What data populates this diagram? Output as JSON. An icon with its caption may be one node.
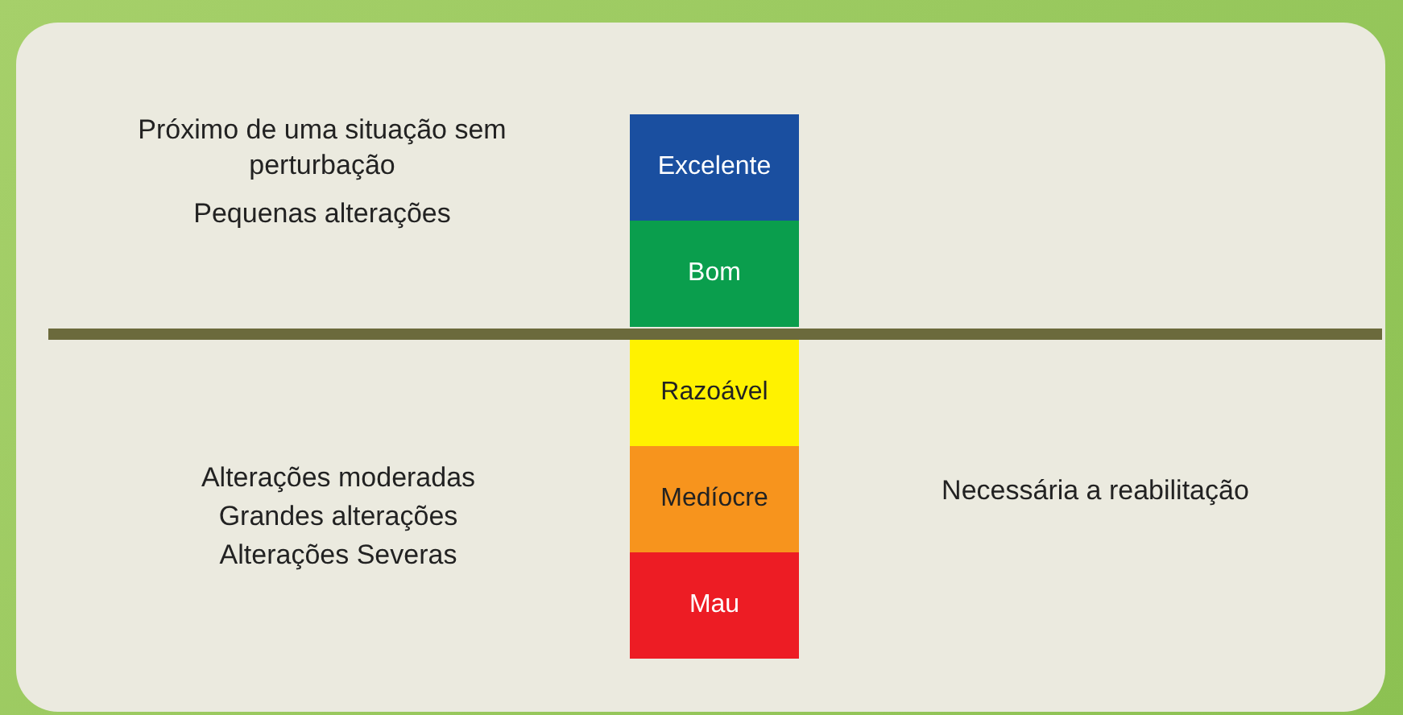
{
  "diagram": {
    "nodes": [
      {
        "text": [
          "Excelente"
        ]
      },
      {
        "text": [
          "Bom"
        ]
      },
      {
        "text": [
          "Razoável"
        ]
      },
      {
        "text": [
          "Medíocre"
        ]
      },
      {
        "text": [
          "Mau"
        ]
      }
    ],
    "labels": [
      "Próximo de uma situação sem perturbação",
      "Pequenas alterações",
      "Alterações moderadas",
      "Grandes alterações",
      "Alterações Severas",
      "Necessária a reabilitação"
    ]
  }
}
